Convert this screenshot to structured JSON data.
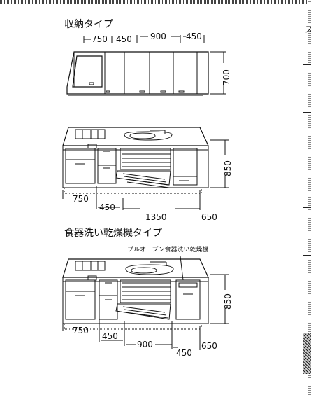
{
  "sections": {
    "storage": {
      "title": "収納タイプ",
      "widths": [
        "750",
        "450",
        "900",
        "450"
      ],
      "height": "700"
    },
    "kitchen": {
      "height": "850",
      "widths": [
        "750",
        "450",
        "1350",
        "650"
      ]
    },
    "dishwasher": {
      "title": "食器洗い乾燥機タイプ",
      "callout": "プルオープン食器洗い乾燥機",
      "height": "850",
      "widths": [
        "750",
        "450",
        "900",
        "450",
        "650"
      ]
    }
  },
  "edge_glyph": "ス"
}
